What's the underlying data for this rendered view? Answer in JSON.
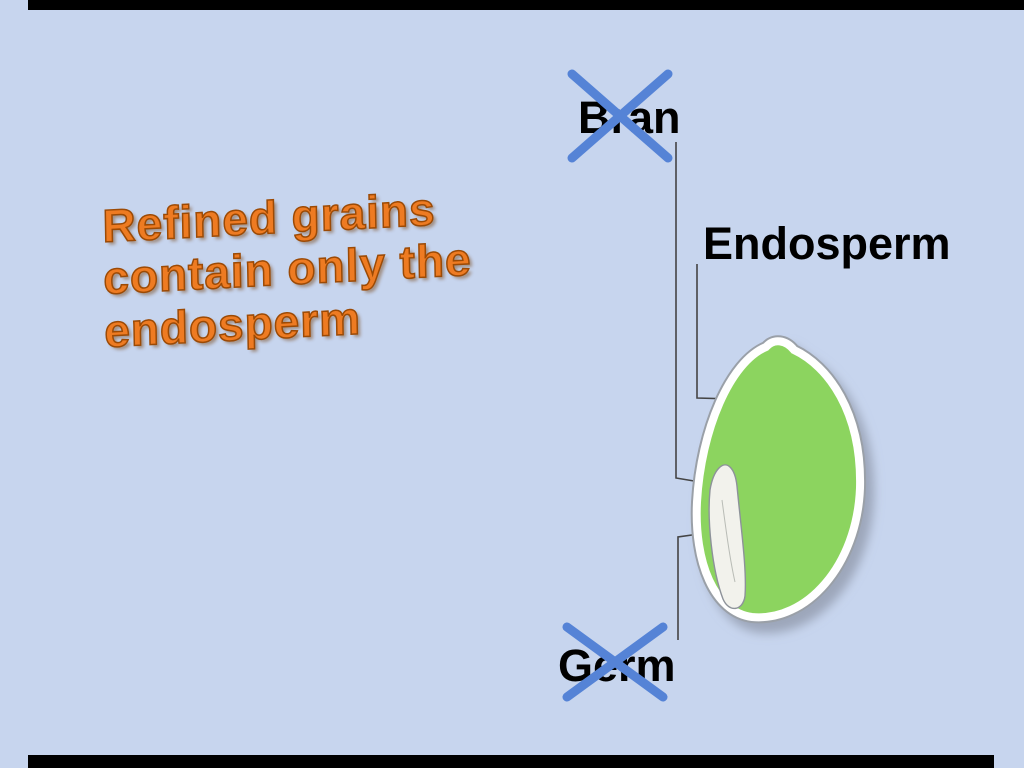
{
  "slide": {
    "title_lines": [
      "Refined grains",
      "contain only the",
      "endosperm"
    ]
  },
  "diagram": {
    "labels": {
      "bran": "Bran",
      "endosperm": "Endosperm",
      "germ": "Germ"
    },
    "crossed_out": [
      "Bran",
      "Germ"
    ]
  },
  "colors": {
    "background": "#c7d5ee",
    "bar": "#000000",
    "title": "#ee7b22",
    "title-outline": "#9c4a05",
    "label": "#000000",
    "cross": "#5583d6",
    "grain-fill": "#8cd45f",
    "grain-outline": "#ffffff",
    "grain-edge": "#9aa0a8",
    "germ-fill": "#f2f2ec",
    "line": "#444444"
  }
}
